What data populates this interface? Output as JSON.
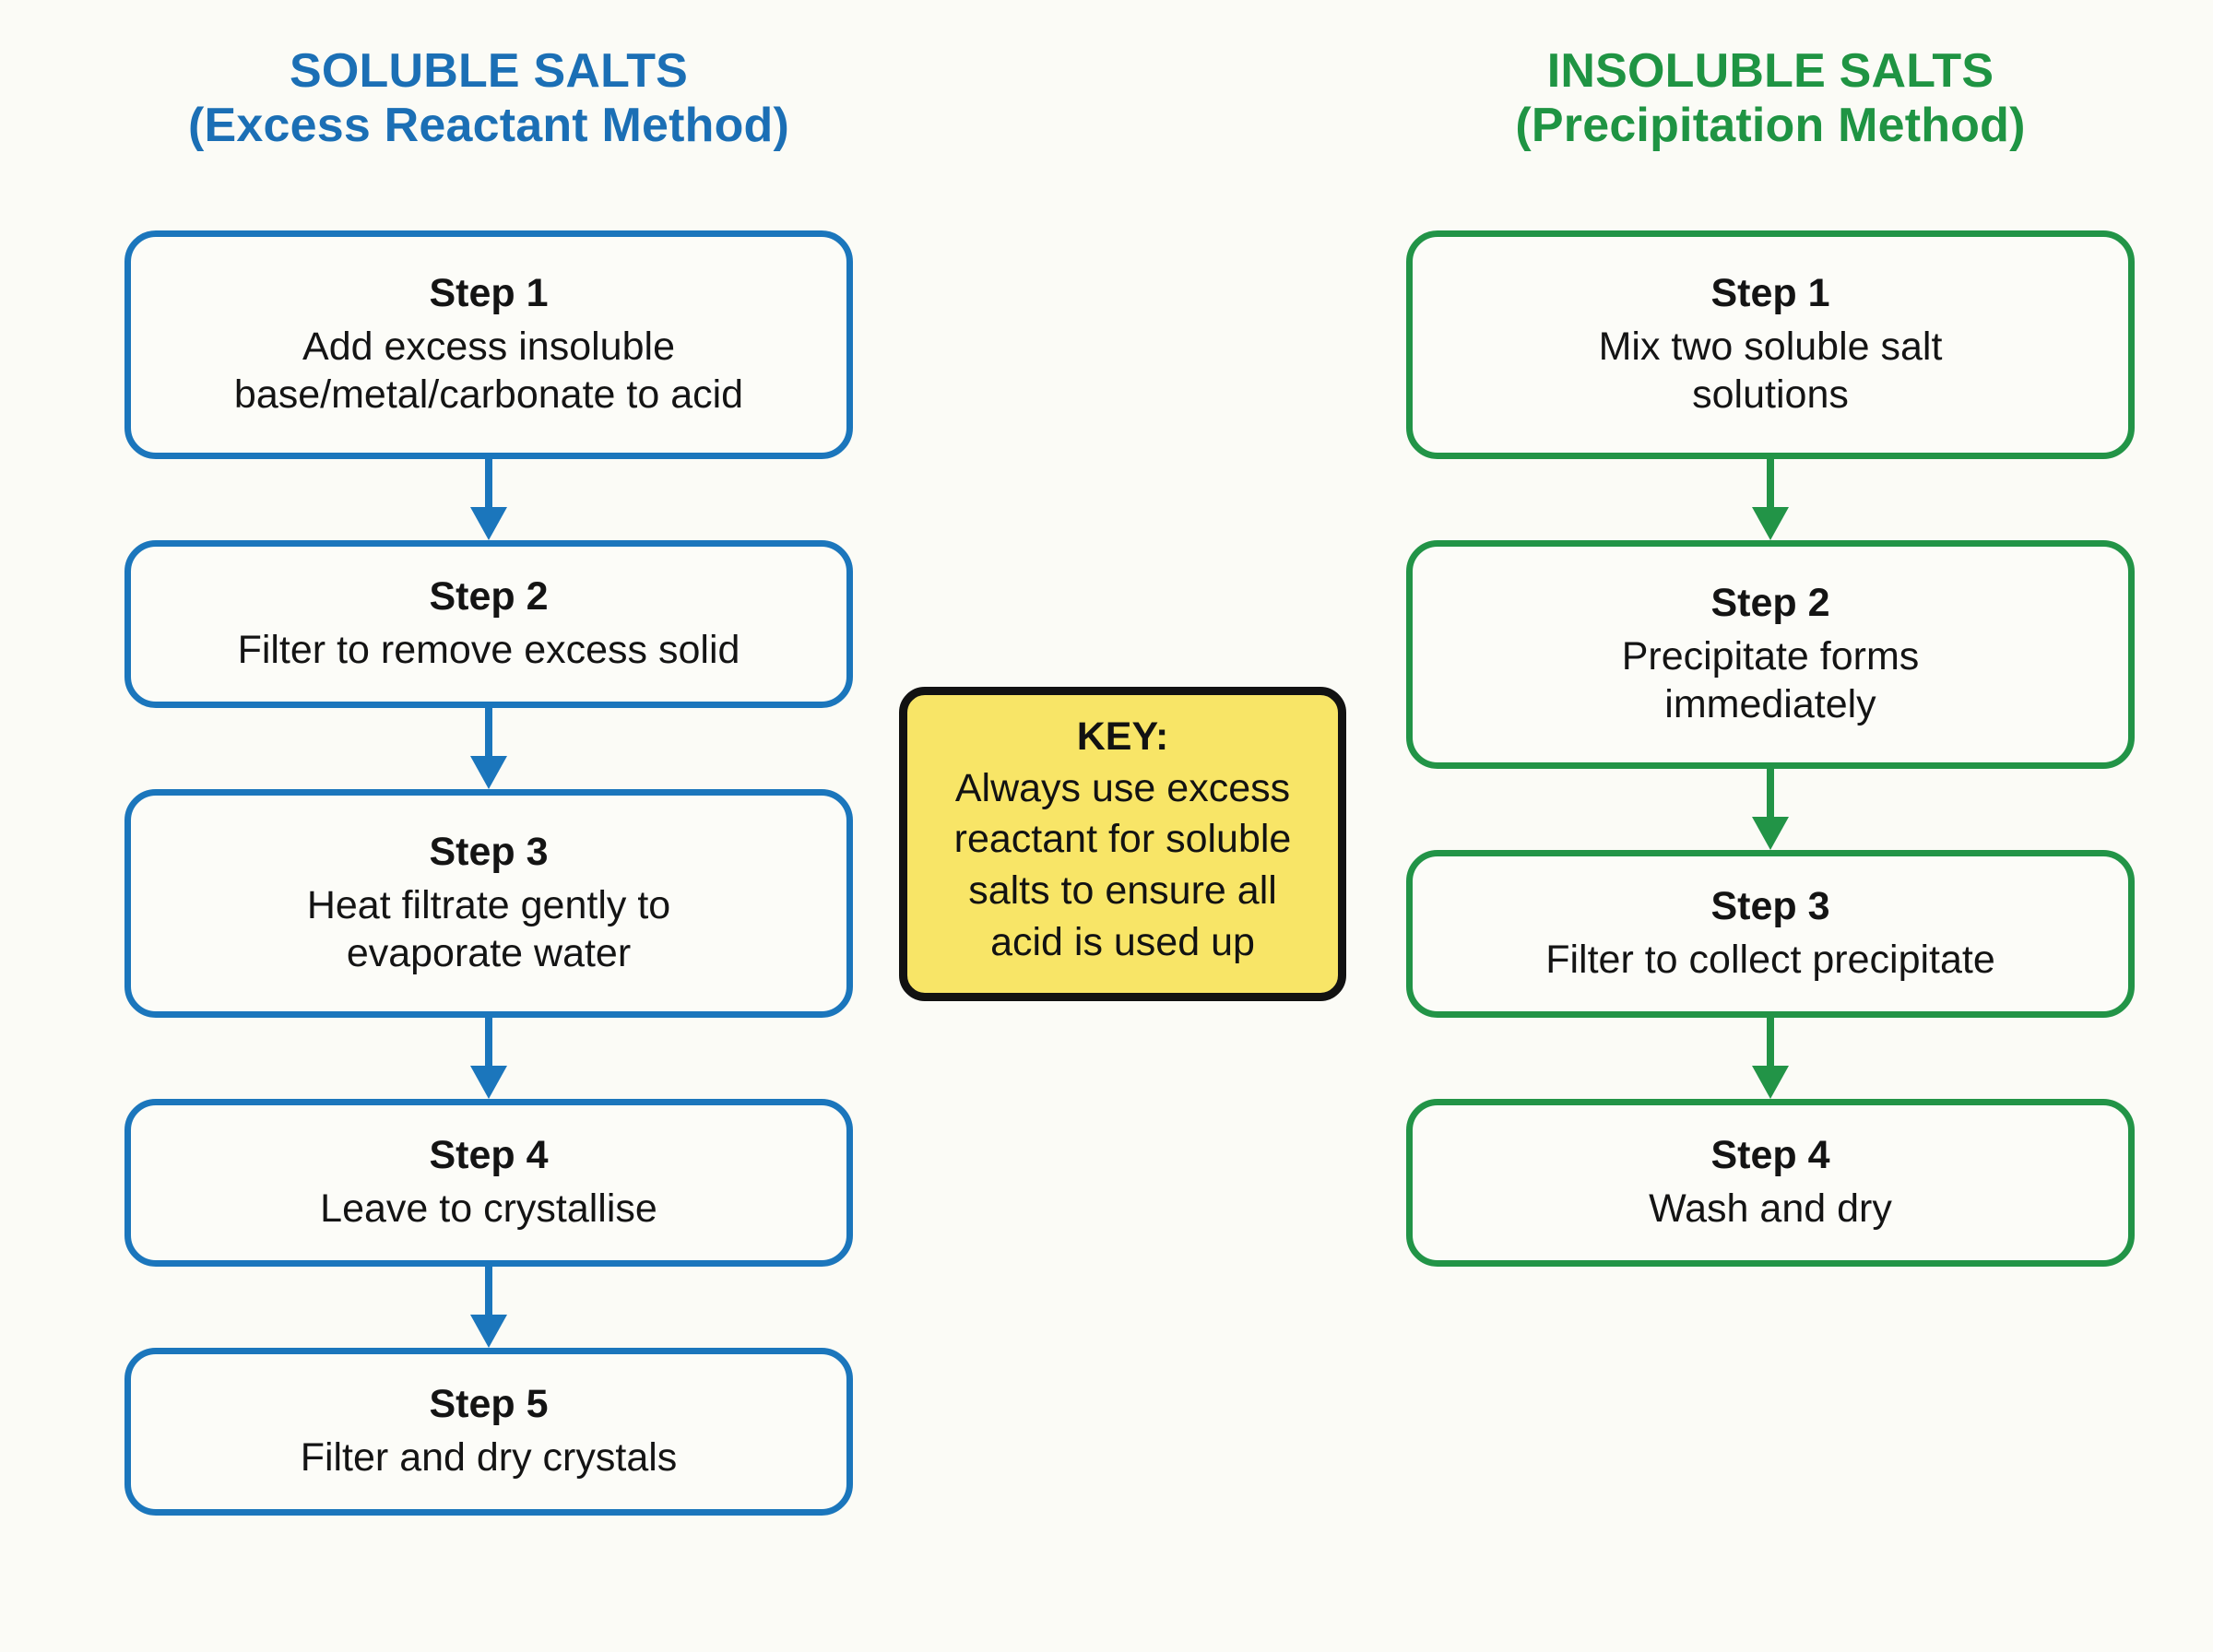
{
  "columns": [
    {
      "id": "soluble",
      "heading_line1": "SOLUBLE SALTS",
      "heading_line2": "(Excess Reactant Method)",
      "color": "#1B6FB5",
      "border_color": "#1B76BC",
      "steps": [
        {
          "title": "Step 1",
          "desc": "Add excess insoluble\nbase/metal/carbonate to acid"
        },
        {
          "title": "Step 2",
          "desc": "Filter to remove excess solid"
        },
        {
          "title": "Step 3",
          "desc": "Heat filtrate gently to\nevaporate water"
        },
        {
          "title": "Step 4",
          "desc": "Leave to crystallise"
        },
        {
          "title": "Step 5",
          "desc": "Filter and dry crystals"
        }
      ]
    },
    {
      "id": "insoluble",
      "heading_line1": "INSOLUBLE SALTS",
      "heading_line2": "(Precipitation Method)",
      "color": "#1F9443",
      "border_color": "#229447",
      "steps": [
        {
          "title": "Step 1",
          "desc": "Mix two soluble salt\nsolutions"
        },
        {
          "title": "Step 2",
          "desc": "Precipitate forms\nimmediately"
        },
        {
          "title": "Step 3",
          "desc": "Filter to collect precipitate"
        },
        {
          "title": "Step 4",
          "desc": "Wash and dry"
        }
      ]
    }
  ],
  "key_note": {
    "title": "KEY:",
    "text": "Always use excess reactant for soluble salts to ensure all acid is used up",
    "background": "#F8E567",
    "border": "#121212"
  }
}
